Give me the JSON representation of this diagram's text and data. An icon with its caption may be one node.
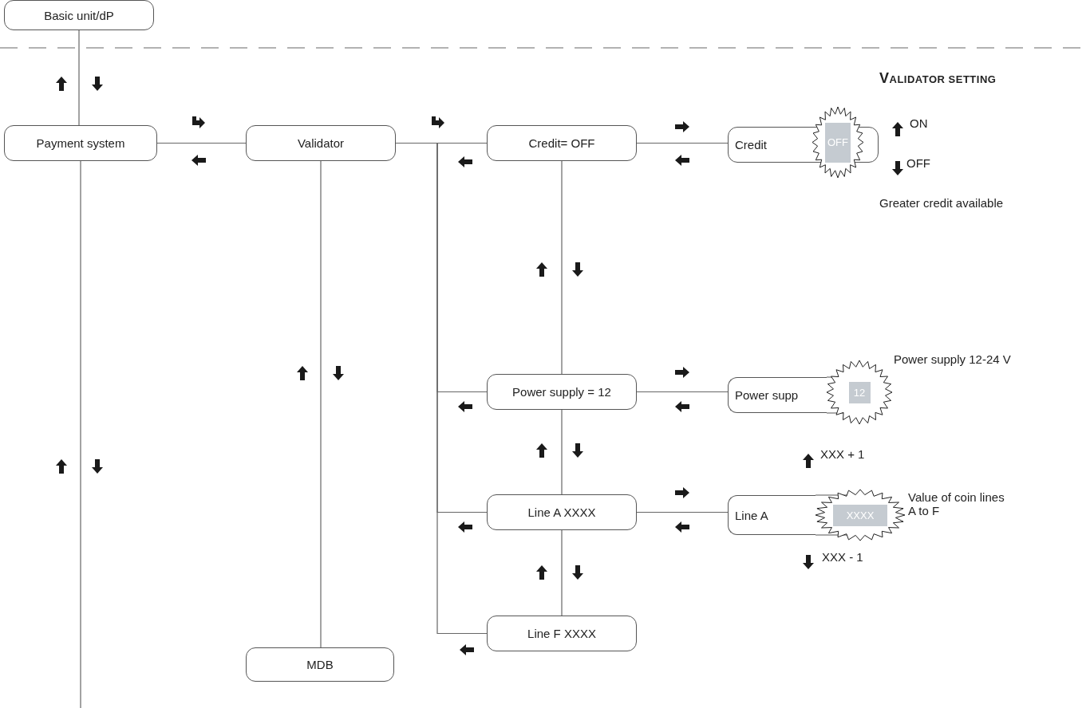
{
  "diagram": {
    "nodes": [
      {
        "text": [
          "Basic unit/dP"
        ]
      },
      {
        "text": [
          "Payment system"
        ]
      },
      {
        "text": [
          "Validator"
        ]
      },
      {
        "text": [
          "Credit= OFF"
        ]
      },
      {
        "text": [
          "Credit"
        ]
      },
      {
        "text": [
          "OFF"
        ]
      },
      {
        "text": [
          "Power supply = 12"
        ]
      },
      {
        "text": [
          "Power supp"
        ]
      },
      {
        "text": [
          "12"
        ]
      },
      {
        "text": [
          "Line A XXXX"
        ]
      },
      {
        "text": [
          "Line A"
        ]
      },
      {
        "text": [
          "XXXX"
        ]
      },
      {
        "text": [
          "Line F XXXX"
        ]
      },
      {
        "text": [
          "MDB"
        ]
      }
    ],
    "edges": [
      {
        "from": 0,
        "to": 1,
        "arrow": "none"
      },
      {
        "from": 1,
        "to": 2,
        "arrow": "none"
      },
      {
        "from": 1,
        "to": null,
        "arrow": "none"
      },
      {
        "from": 2,
        "to": 3,
        "arrow": "none"
      },
      {
        "from": 2,
        "to": 6,
        "arrow": "none"
      },
      {
        "from": 2,
        "to": 9,
        "arrow": "none"
      },
      {
        "from": 2,
        "to": 12,
        "arrow": "none"
      },
      {
        "from": 2,
        "to": 13,
        "arrow": "none"
      },
      {
        "from": 3,
        "to": 4,
        "arrow": "none"
      },
      {
        "from": 3,
        "to": 6,
        "arrow": "none"
      },
      {
        "from": 6,
        "to": 7,
        "arrow": "none"
      },
      {
        "from": 6,
        "to": 9,
        "arrow": "none"
      },
      {
        "from": 9,
        "to": 10,
        "arrow": "none"
      },
      {
        "from": 9,
        "to": 12,
        "arrow": "none"
      }
    ],
    "labels": [
      "VALIDATOR SETTING",
      "ON",
      "OFF",
      "Greater credit available",
      "Power supply 12-24 V",
      "XXX + 1",
      "Value of coin lines A to F",
      "XXX - 1"
    ]
  }
}
